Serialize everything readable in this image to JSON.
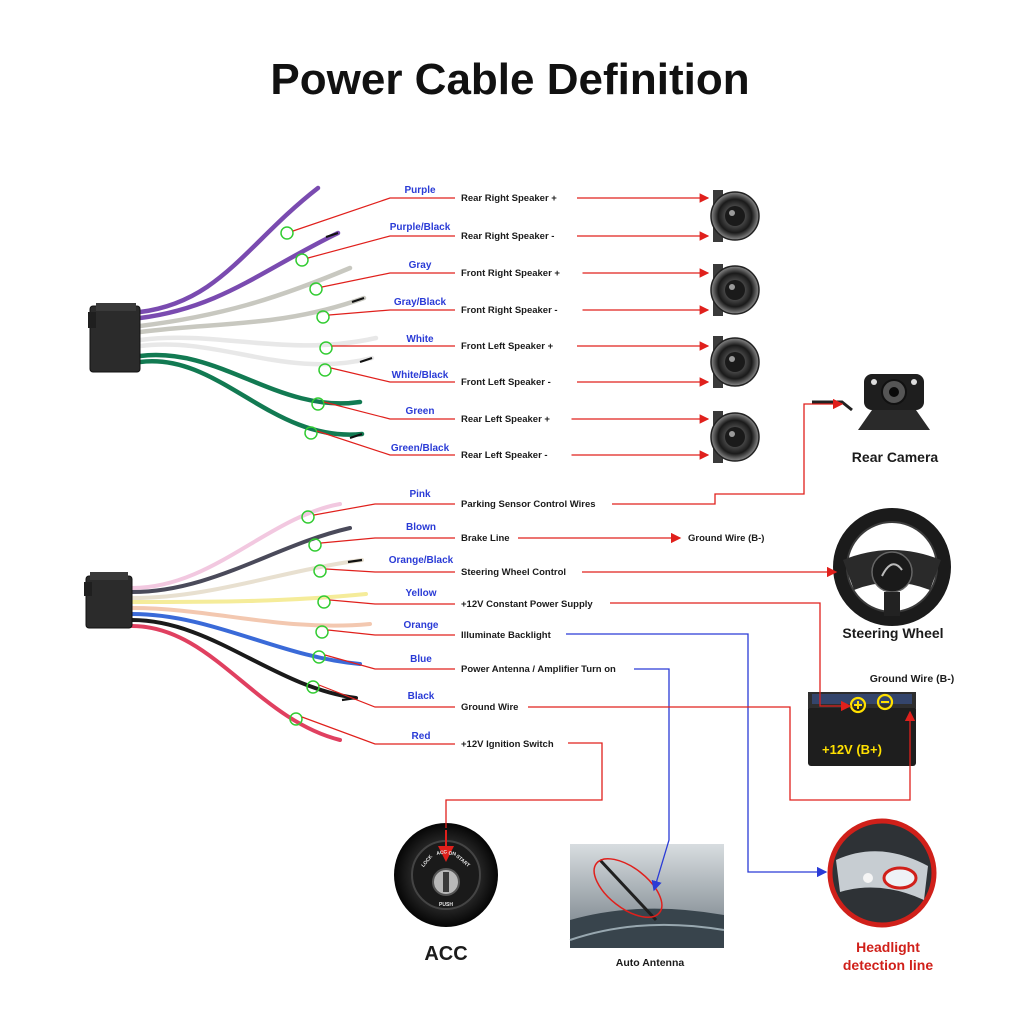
{
  "title": "Power Cable Definition",
  "colors": {
    "red_line": "#e0201c",
    "blue_line": "#2a3bd6",
    "label_blue": "#2a3bd6",
    "circle": "#33cc33",
    "connector": "#2a2a2a"
  },
  "speaker_wires": [
    {
      "color_name": "Purple",
      "function": "Rear Right Speaker +",
      "wire_color": "#7a4bb0"
    },
    {
      "color_name": "Purple/Black",
      "function": "Rear Right Speaker -",
      "wire_color": "#7a4bb0"
    },
    {
      "color_name": "Gray",
      "function": "Front Right Speaker +",
      "wire_color": "#c8c8c0"
    },
    {
      "color_name": "Gray/Black",
      "function": "Front Right Speaker -",
      "wire_color": "#c8c8c0"
    },
    {
      "color_name": "White",
      "function": "Front Left Speaker +",
      "wire_color": "#e8e8e8"
    },
    {
      "color_name": "White/Black",
      "function": "Front Left Speaker -",
      "wire_color": "#e8e8e8"
    },
    {
      "color_name": "Green",
      "function": "Rear Left Speaker +",
      "wire_color": "#127a52"
    },
    {
      "color_name": "Green/Black",
      "function": "Rear Left Speaker -",
      "wire_color": "#127a52"
    }
  ],
  "power_wires": [
    {
      "color_name": "Pink",
      "function": "Parking Sensor Control Wires",
      "wire_color": "#f2c8e0"
    },
    {
      "color_name": "Blown",
      "function": "Brake Line",
      "wire_color": "#4a4a5a"
    },
    {
      "color_name": "Orange/Black",
      "function": "Steering Wheel Control",
      "wire_color": "#e8e0d0"
    },
    {
      "color_name": "Yellow",
      "function": "+12V Constant Power Supply",
      "wire_color": "#f5ec9a"
    },
    {
      "color_name": "Orange",
      "function": "Illuminate Backlight",
      "wire_color": "#f3c8b0"
    },
    {
      "color_name": "Blue",
      "function": "Power Antenna / Amplifier Turn on",
      "wire_color": "#3a6ad8"
    },
    {
      "color_name": "Black",
      "function": "Ground Wire",
      "wire_color": "#1a1a1a"
    },
    {
      "color_name": "Red",
      "function": "+12V  Ignition Switch",
      "wire_color": "#e04060"
    }
  ],
  "brake_target": "Ground Wire (B-)",
  "devices": {
    "rear_camera": "Rear Camera",
    "steering_wheel": "Steering Wheel",
    "battery_ground": "Ground Wire (B-)",
    "battery_positive": "+12V  (B+)",
    "acc": "ACC",
    "auto_antenna": "Auto Antenna",
    "headlight_line1": "Headlight",
    "headlight_line2": "detection line"
  },
  "ignition_key_text": [
    "LOCK",
    "ACC",
    "ON",
    "START",
    "PUSH"
  ]
}
